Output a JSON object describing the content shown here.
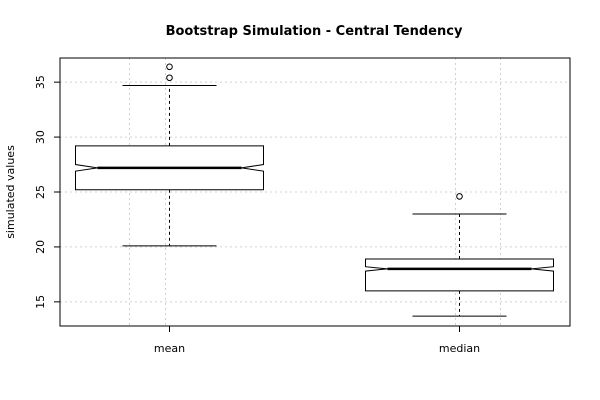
{
  "chart_data": {
    "type": "boxplot",
    "title": "Bootstrap Simulation - Central Tendency",
    "xlabel": "",
    "ylabel": "simulated values",
    "ylim": [
      12.8,
      37.2
    ],
    "yticks": [
      15,
      20,
      25,
      30,
      35
    ],
    "grid": true,
    "notched": true,
    "categories": [
      "mean",
      "median"
    ],
    "boxes": [
      {
        "name": "mean",
        "whisker_low": 20.1,
        "q1": 25.2,
        "notch_low": 26.9,
        "median": 27.2,
        "notch_high": 27.5,
        "q3": 29.2,
        "whisker_high": 34.7,
        "outliers": [
          35.4,
          36.4
        ]
      },
      {
        "name": "median",
        "whisker_low": 13.7,
        "q1": 16.0,
        "notch_low": 17.8,
        "median": 18.0,
        "notch_high": 18.2,
        "q3": 18.9,
        "whisker_high": 23.0,
        "outliers": [
          24.6
        ]
      }
    ]
  }
}
